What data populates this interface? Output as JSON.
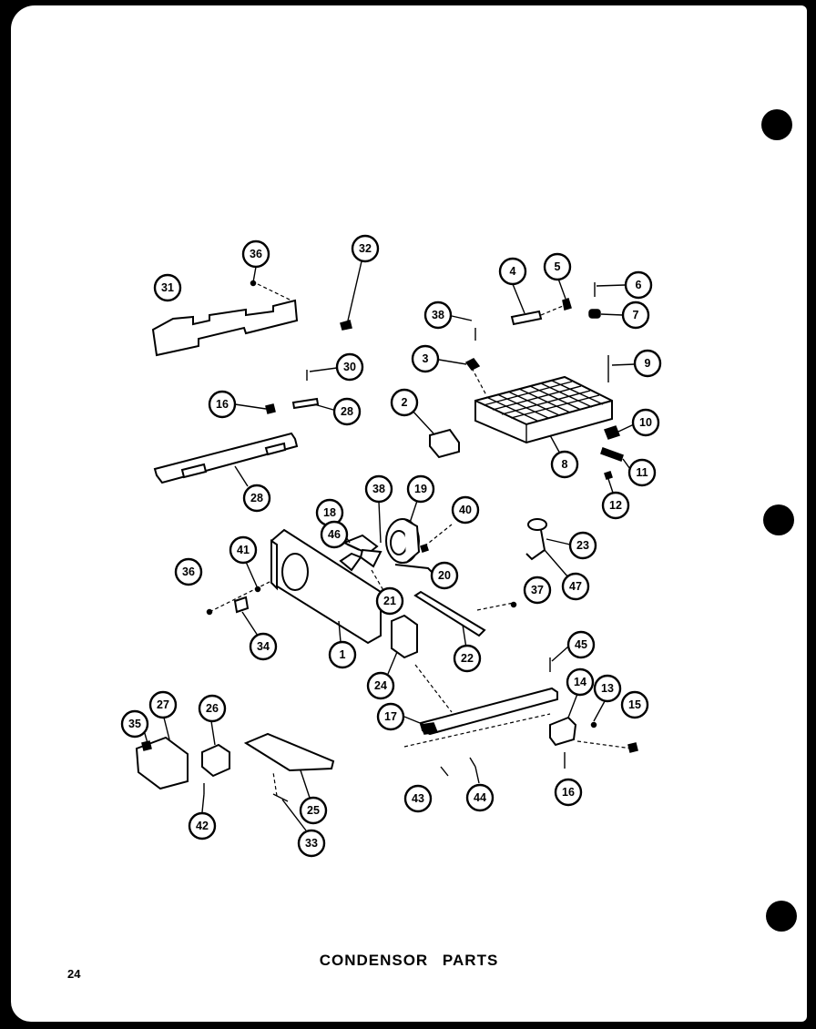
{
  "page": {
    "title": "CONDENSOR PARTS",
    "page_number": "24"
  },
  "callouts": [
    "1",
    "2",
    "3",
    "4",
    "5",
    "6",
    "7",
    "8",
    "9",
    "10",
    "11",
    "12",
    "13",
    "14",
    "15",
    "16",
    "16",
    "17",
    "18",
    "19",
    "20",
    "21",
    "22",
    "23",
    "24",
    "25",
    "26",
    "27",
    "28",
    "28",
    "30",
    "31",
    "32",
    "33",
    "34",
    "35",
    "36",
    "36",
    "37",
    "38",
    "38",
    "40",
    "41",
    "42",
    "43",
    "44",
    "45",
    "46",
    "47"
  ]
}
